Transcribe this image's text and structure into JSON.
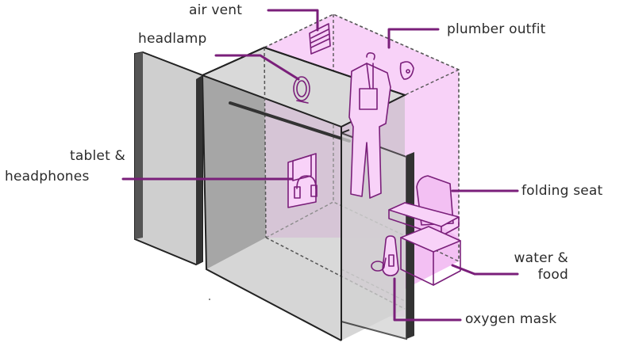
{
  "labels": {
    "air_vent": "air vent",
    "headlamp": "headlamp",
    "plumber_outfit": "plumber outfit",
    "tablet_line1": "tablet &",
    "tablet_line2": "headphones",
    "folding_seat": "folding seat",
    "water_line1": "water &",
    "water_line2": "food",
    "oxygen_mask": "oxygen mask"
  },
  "colors": {
    "accent": "#7a1f7a",
    "pink_fill": "#f7c9f7",
    "panel_gray": "#cfcfcf",
    "dark_gray": "#9e9e9e",
    "outline": "#222222"
  }
}
